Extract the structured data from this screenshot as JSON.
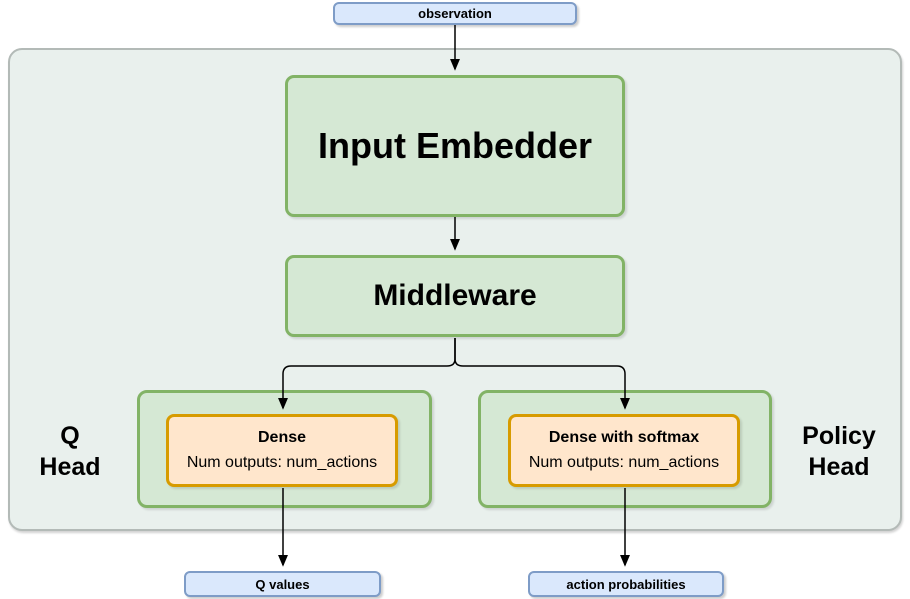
{
  "diagram": {
    "nodes": {
      "observation": {
        "label": "observation"
      },
      "input_embedder": {
        "label": "Input Embedder"
      },
      "middleware": {
        "label": "Middleware"
      },
      "q_head_label": {
        "lines": [
          "Q",
          "Head"
        ]
      },
      "policy_head_label": {
        "lines": [
          "Policy",
          "Head"
        ]
      },
      "q_dense": {
        "title": "Dense",
        "subtitle": "Num outputs: num_actions"
      },
      "policy_dense": {
        "title": "Dense with softmax",
        "subtitle": "Num outputs: num_actions"
      },
      "q_values": {
        "label": "Q values"
      },
      "action_probabilities": {
        "label": "action probabilities"
      }
    },
    "colors": {
      "blue_fill": "#dae8fc",
      "blue_border": "#7e9cc7",
      "green_fill": "#d5e8d4",
      "green_border": "#82b366",
      "orange_fill": "#ffe6cc",
      "orange_border": "#d79b00",
      "group_fill": "#e9f0ed",
      "group_border": "#b3bab7",
      "arrow": "#000000",
      "text": "#000000"
    }
  }
}
